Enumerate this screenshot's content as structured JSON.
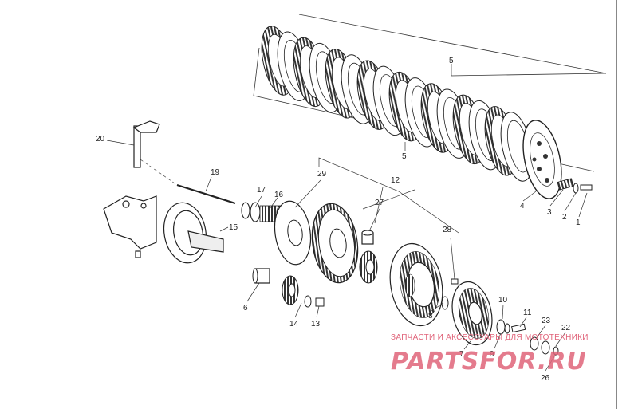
{
  "labels": {
    "p1": "1",
    "p2": "2",
    "p3": "3",
    "p4": "4",
    "p5_top": "5",
    "p5_bottom": "5",
    "p6": "6",
    "p7": "7",
    "p8": "8",
    "p9": "9",
    "p10": "10",
    "p11": "11",
    "p12": "12",
    "p13": "13",
    "p14": "14",
    "p15": "15",
    "p16": "16",
    "p17": "17",
    "p19": "19",
    "p20": "20",
    "p22": "22",
    "p23": "23",
    "p26": "26",
    "p27": "27",
    "p28": "28",
    "p29": "29"
  },
  "watermark": {
    "tagline": "ЗАПЧАСТИ И АКСЕССУАРЫ ДЛЯ МОТОТЕХНИКИ",
    "brand": "PARTSFOR.RU",
    "color": "#e0647a"
  },
  "colors": {
    "ink": "#2a2a2a",
    "shade": "#777777",
    "paper": "#ffffff"
  }
}
